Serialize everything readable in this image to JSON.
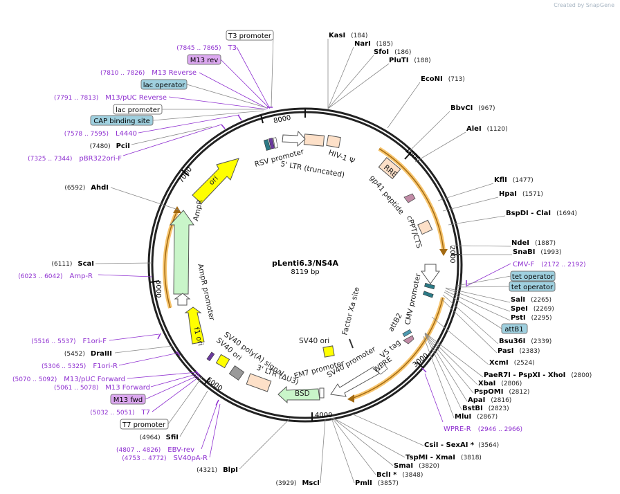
{
  "watermark": "Created by SnapGene",
  "plasmid": {
    "name": "pLenti6.3/NS4A",
    "length": "8119 bp"
  },
  "ticks": [
    "1000",
    "2000",
    "3000",
    "4000",
    "5000",
    "6000",
    "7000",
    "8000"
  ],
  "right_sites": [
    {
      "name": "KasI",
      "pos": "(184)"
    },
    {
      "name": "NarI",
      "pos": "(185)"
    },
    {
      "name": "SfoI",
      "pos": "(186)"
    },
    {
      "name": "PluTI",
      "pos": "(188)"
    },
    {
      "name": "EcoNI",
      "pos": "(713)"
    },
    {
      "name": "BbvCI",
      "pos": "(967)"
    },
    {
      "name": "AleI",
      "pos": "(1120)"
    },
    {
      "name": "KflI",
      "pos": "(1477)"
    },
    {
      "name": "HpaI",
      "pos": "(1571)"
    },
    {
      "name": "BspDI - ClaI",
      "pos": "(1694)"
    },
    {
      "name": "NdeI",
      "pos": "(1887)"
    },
    {
      "name": "SnaBI",
      "pos": "(1993)"
    },
    {
      "name": "SalI",
      "pos": "(2265)"
    },
    {
      "name": "SpeI",
      "pos": "(2269)"
    },
    {
      "name": "PstI",
      "pos": "(2295)"
    },
    {
      "name": "Bsu36I",
      "pos": "(2339)"
    },
    {
      "name": "PasI",
      "pos": "(2383)"
    },
    {
      "name": "XcmI",
      "pos": "(2524)"
    },
    {
      "name": "PaeR7I - PspXI - XhoI",
      "pos": "(2800)"
    },
    {
      "name": "XbaI",
      "pos": "(2806)"
    },
    {
      "name": "PspOMI",
      "pos": "(2812)"
    },
    {
      "name": "ApaI",
      "pos": "(2816)"
    },
    {
      "name": "BstBI",
      "pos": "(2823)"
    },
    {
      "name": "MluI",
      "pos": "(2867)"
    },
    {
      "name": "CsiI - SexAI *",
      "pos": "(3564)"
    },
    {
      "name": "TspMI - XmaI",
      "pos": "(3818)"
    },
    {
      "name": "SmaI",
      "pos": "(3820)"
    },
    {
      "name": "BclI *",
      "pos": "(3848)"
    },
    {
      "name": "PmlI",
      "pos": "(3857)"
    },
    {
      "name": "MscI",
      "pos": "(3929)"
    }
  ],
  "left_sites": [
    {
      "name": "PciI",
      "pos": "(7480)"
    },
    {
      "name": "AhdI",
      "pos": "(6592)"
    },
    {
      "name": "ScaI",
      "pos": "(6111)"
    },
    {
      "name": "DraIII",
      "pos": "(5452)"
    },
    {
      "name": "SfiI",
      "pos": "(4964)"
    },
    {
      "name": "BlpI",
      "pos": "(4321)"
    }
  ],
  "primers": [
    {
      "name": "T3",
      "pos": "(7845 .. 7865)"
    },
    {
      "name": "M13 Reverse",
      "pos": "(7810 .. 7826)"
    },
    {
      "name": "M13/pUC Reverse",
      "pos": "(7791 .. 7813)"
    },
    {
      "name": "L4440",
      "pos": "(7578 .. 7595)"
    },
    {
      "name": "pBR322ori-F",
      "pos": "(7325 .. 7344)"
    },
    {
      "name": "Amp-R",
      "pos": "(6023 .. 6042)"
    },
    {
      "name": "F1ori-F",
      "pos": "(5516 .. 5537)"
    },
    {
      "name": "F1ori-R",
      "pos": "(5306 .. 5325)"
    },
    {
      "name": "M13/pUC Forward",
      "pos": "(5070 .. 5092)"
    },
    {
      "name": "M13 Forward",
      "pos": "(5061 .. 5078)"
    },
    {
      "name": "T7",
      "pos": "(5032 .. 5051)"
    },
    {
      "name": "EBV-rev",
      "pos": "(4807 .. 4826)"
    },
    {
      "name": "SV40pA-R",
      "pos": "(4753 .. 4772)"
    },
    {
      "name": "CMV-F",
      "pos": "(2172 .. 2192)"
    },
    {
      "name": "WPRE-R",
      "pos": "(2946 .. 2966)"
    }
  ],
  "boxed_labels": {
    "t3_promoter": "T3 promoter",
    "m13_rev": "M13 rev",
    "lac_operator": "lac operator",
    "lac_promoter": "lac promoter",
    "cap_binding_site": "CAP binding site",
    "tet_operator_1": "tet operator",
    "tet_operator_2": "tet operator",
    "attB1": "attB1",
    "m13_fwd": "M13 fwd",
    "t7_promoter": "T7 promoter"
  },
  "features": {
    "rsv_promoter": "RSV promoter",
    "ltr5": "5' LTR (truncated)",
    "hiv1_psi": "HIV-1 Ψ",
    "rre": "RRE",
    "gp41": "gp41 peptide",
    "cppt": "cPPT/CTS",
    "cmv_promoter": "CMV promoter",
    "attB2": "attB2",
    "factor_xa": "Factor Xa site",
    "v5_tag": "V5 tag",
    "wpre": "WPRE",
    "sv40_promoter": "SV40 promoter",
    "em7_promoter": "EM7 promoter",
    "bsd": "BSD",
    "ltr3": "3' LTR (ΔU3)",
    "sv40_polya": "SV40 poly(A) signal",
    "sv40_ori_inner": "SV40 ori",
    "sv40_ori": "SV40 ori",
    "f1_ori": "f1 ori",
    "ampr_promoter": "AmpR promoter",
    "ampr": "AmpR",
    "ori": "ori"
  },
  "colors": {
    "primer": "#8e2fd0",
    "arc": "#f0a830",
    "ori": "#ffff00",
    "ampr": "#c9f5c9",
    "ltr": "#fde0c8",
    "boxblue": "#9fd0df",
    "boxpurple": "#dca8f0"
  }
}
